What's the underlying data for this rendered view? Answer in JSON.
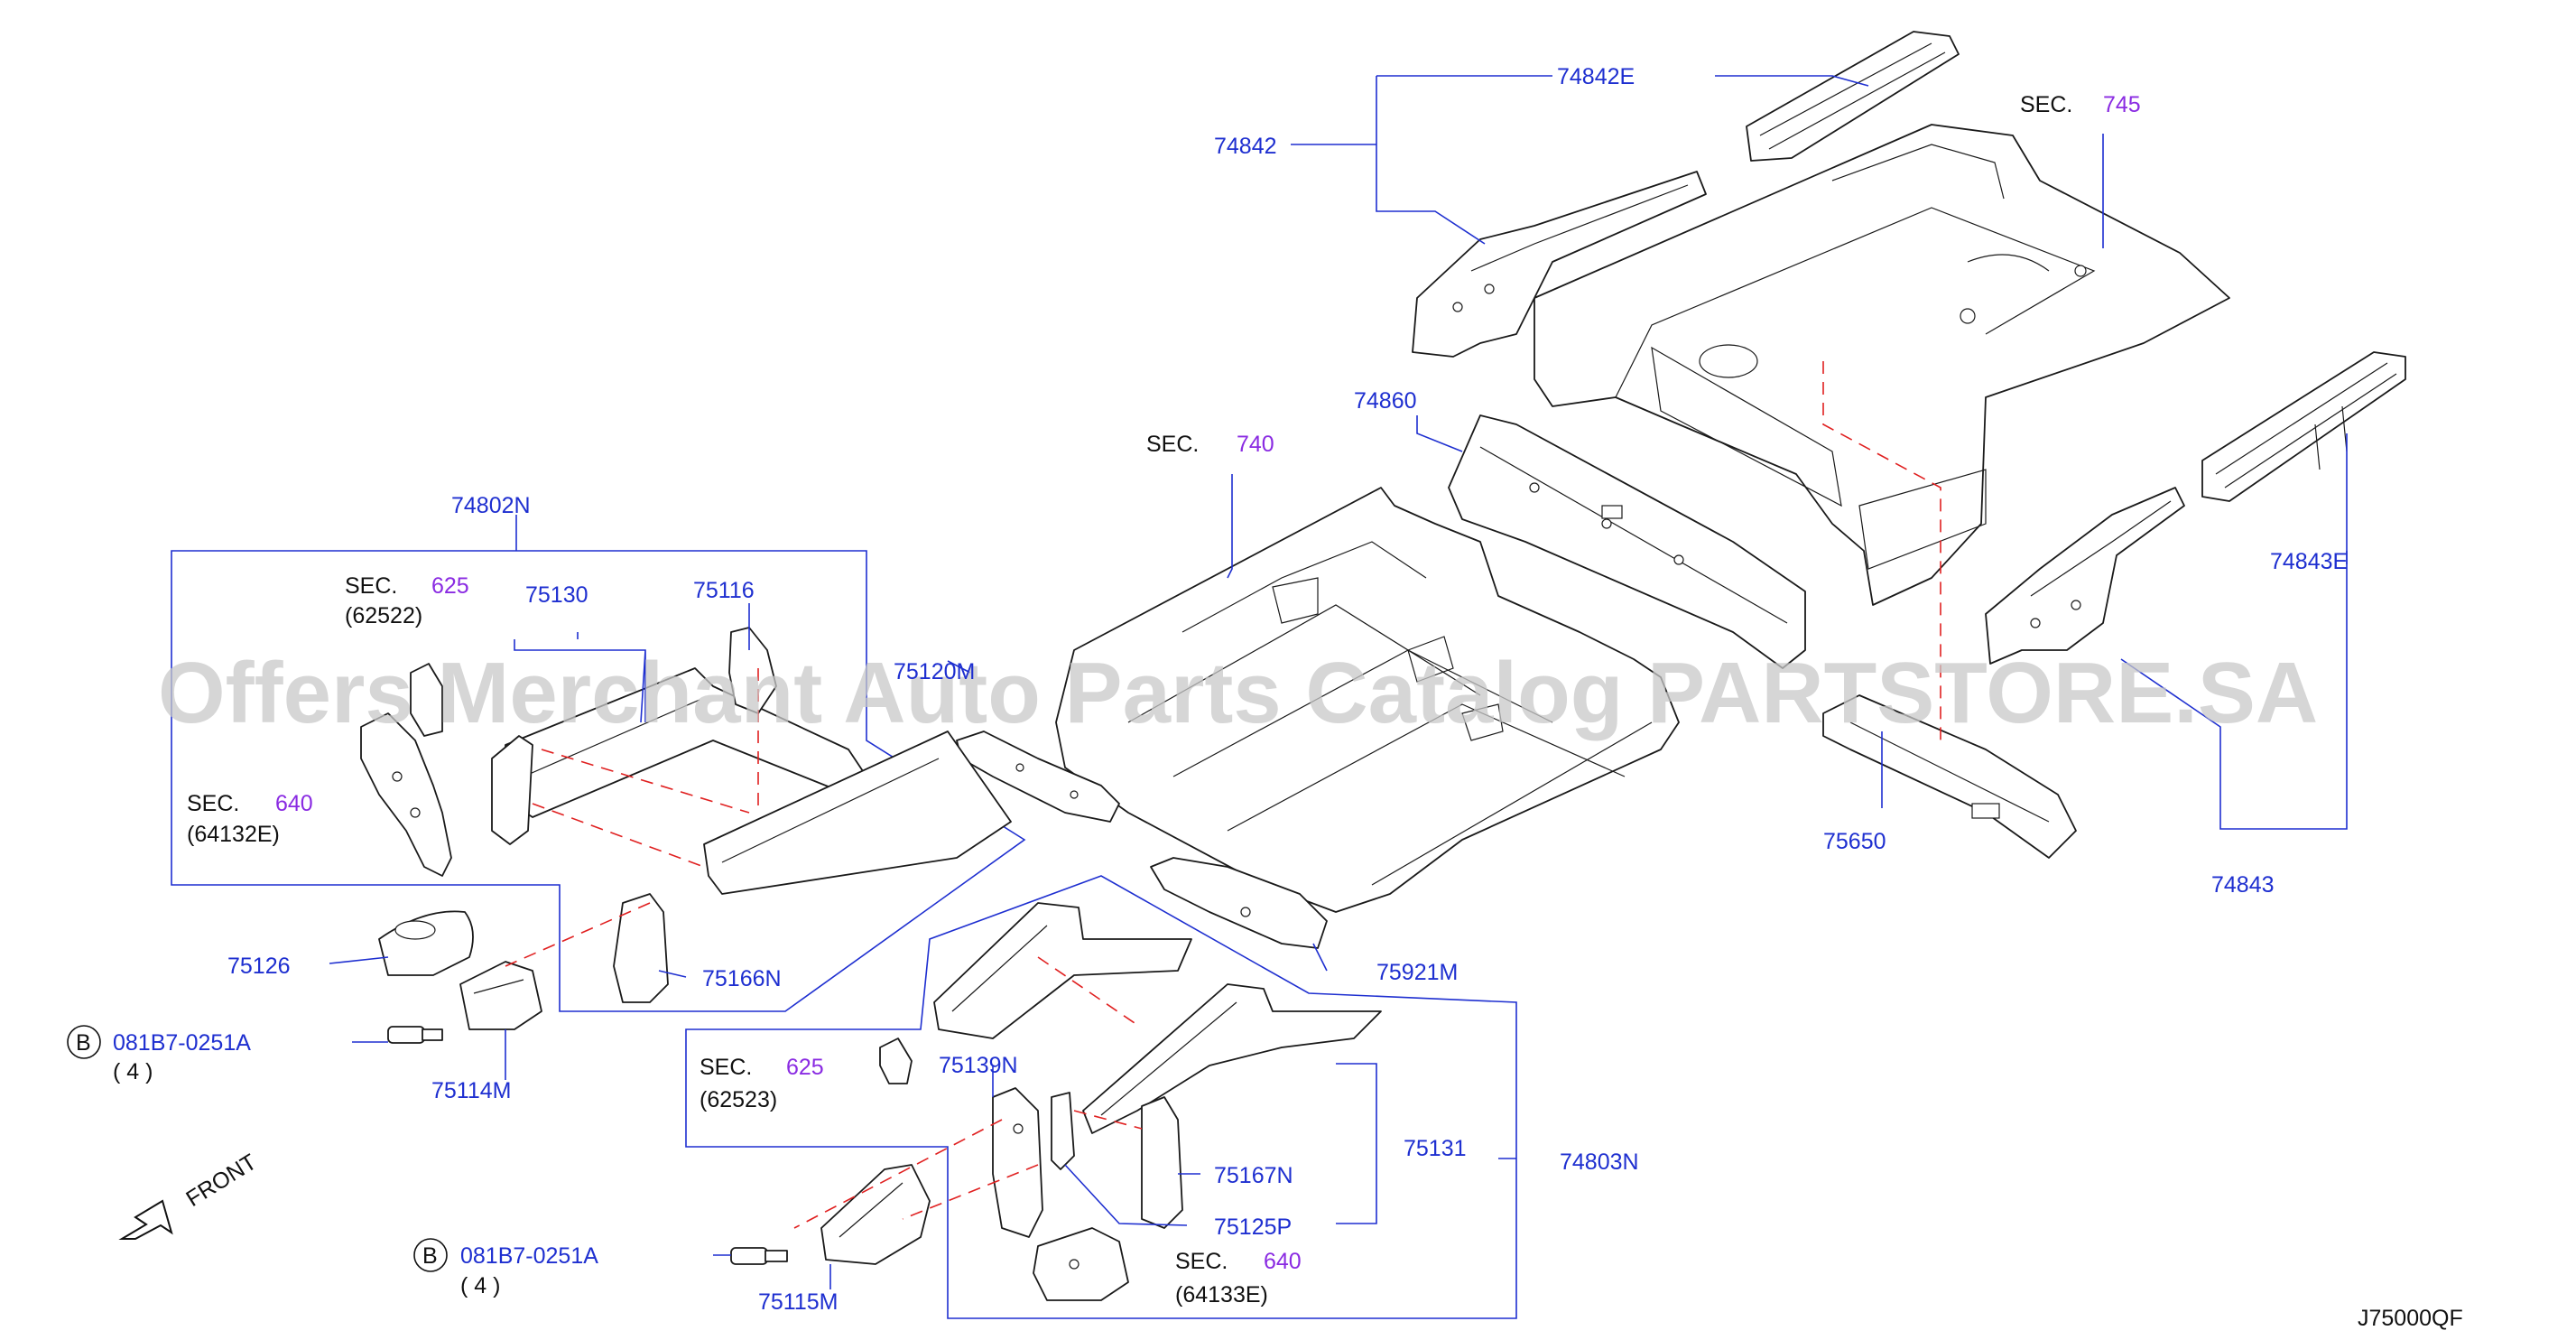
{
  "diagram_code": "J75000QF",
  "watermark": "Offers Merchant Auto Parts Catalog PARTSTORE.SA",
  "front_label": "FRONT",
  "sections": {
    "sec_745": {
      "prefix": "SEC.",
      "number": "745"
    },
    "sec_740": {
      "prefix": "SEC.",
      "number": "740"
    },
    "sec_625_a": {
      "prefix": "SEC.",
      "number": "625",
      "sub": "(62522)"
    },
    "sec_640_a": {
      "prefix": "SEC.",
      "number": "640",
      "sub": "(64132E)"
    },
    "sec_625_b": {
      "prefix": "SEC.",
      "number": "625",
      "sub": "(62523)"
    },
    "sec_640_b": {
      "prefix": "SEC.",
      "number": "640",
      "sub": "(64133E)"
    }
  },
  "parts": {
    "p74842E": "74842E",
    "p74842": "74842",
    "p74860": "74860",
    "p74843E": "74843E",
    "p74843": "74843",
    "p75650": "75650",
    "p74802N": "74802N",
    "p75130": "75130",
    "p75116": "75116",
    "p75120M": "75120M",
    "p75126": "75126",
    "p75166N": "75166N",
    "p75114M": "75114M",
    "p75921M": "75921M",
    "p75139N": "75139N",
    "p75131": "75131",
    "p74803N": "74803N",
    "p75167N": "75167N",
    "p75125P": "75125P",
    "p75115M": "75115M"
  },
  "bolts": {
    "bolt_a": {
      "badge": "B",
      "part": "081B7-0251A",
      "qty": "(  4  )"
    },
    "bolt_b": {
      "badge": "B",
      "part": "081B7-0251A",
      "qty": "(  4  )"
    }
  }
}
